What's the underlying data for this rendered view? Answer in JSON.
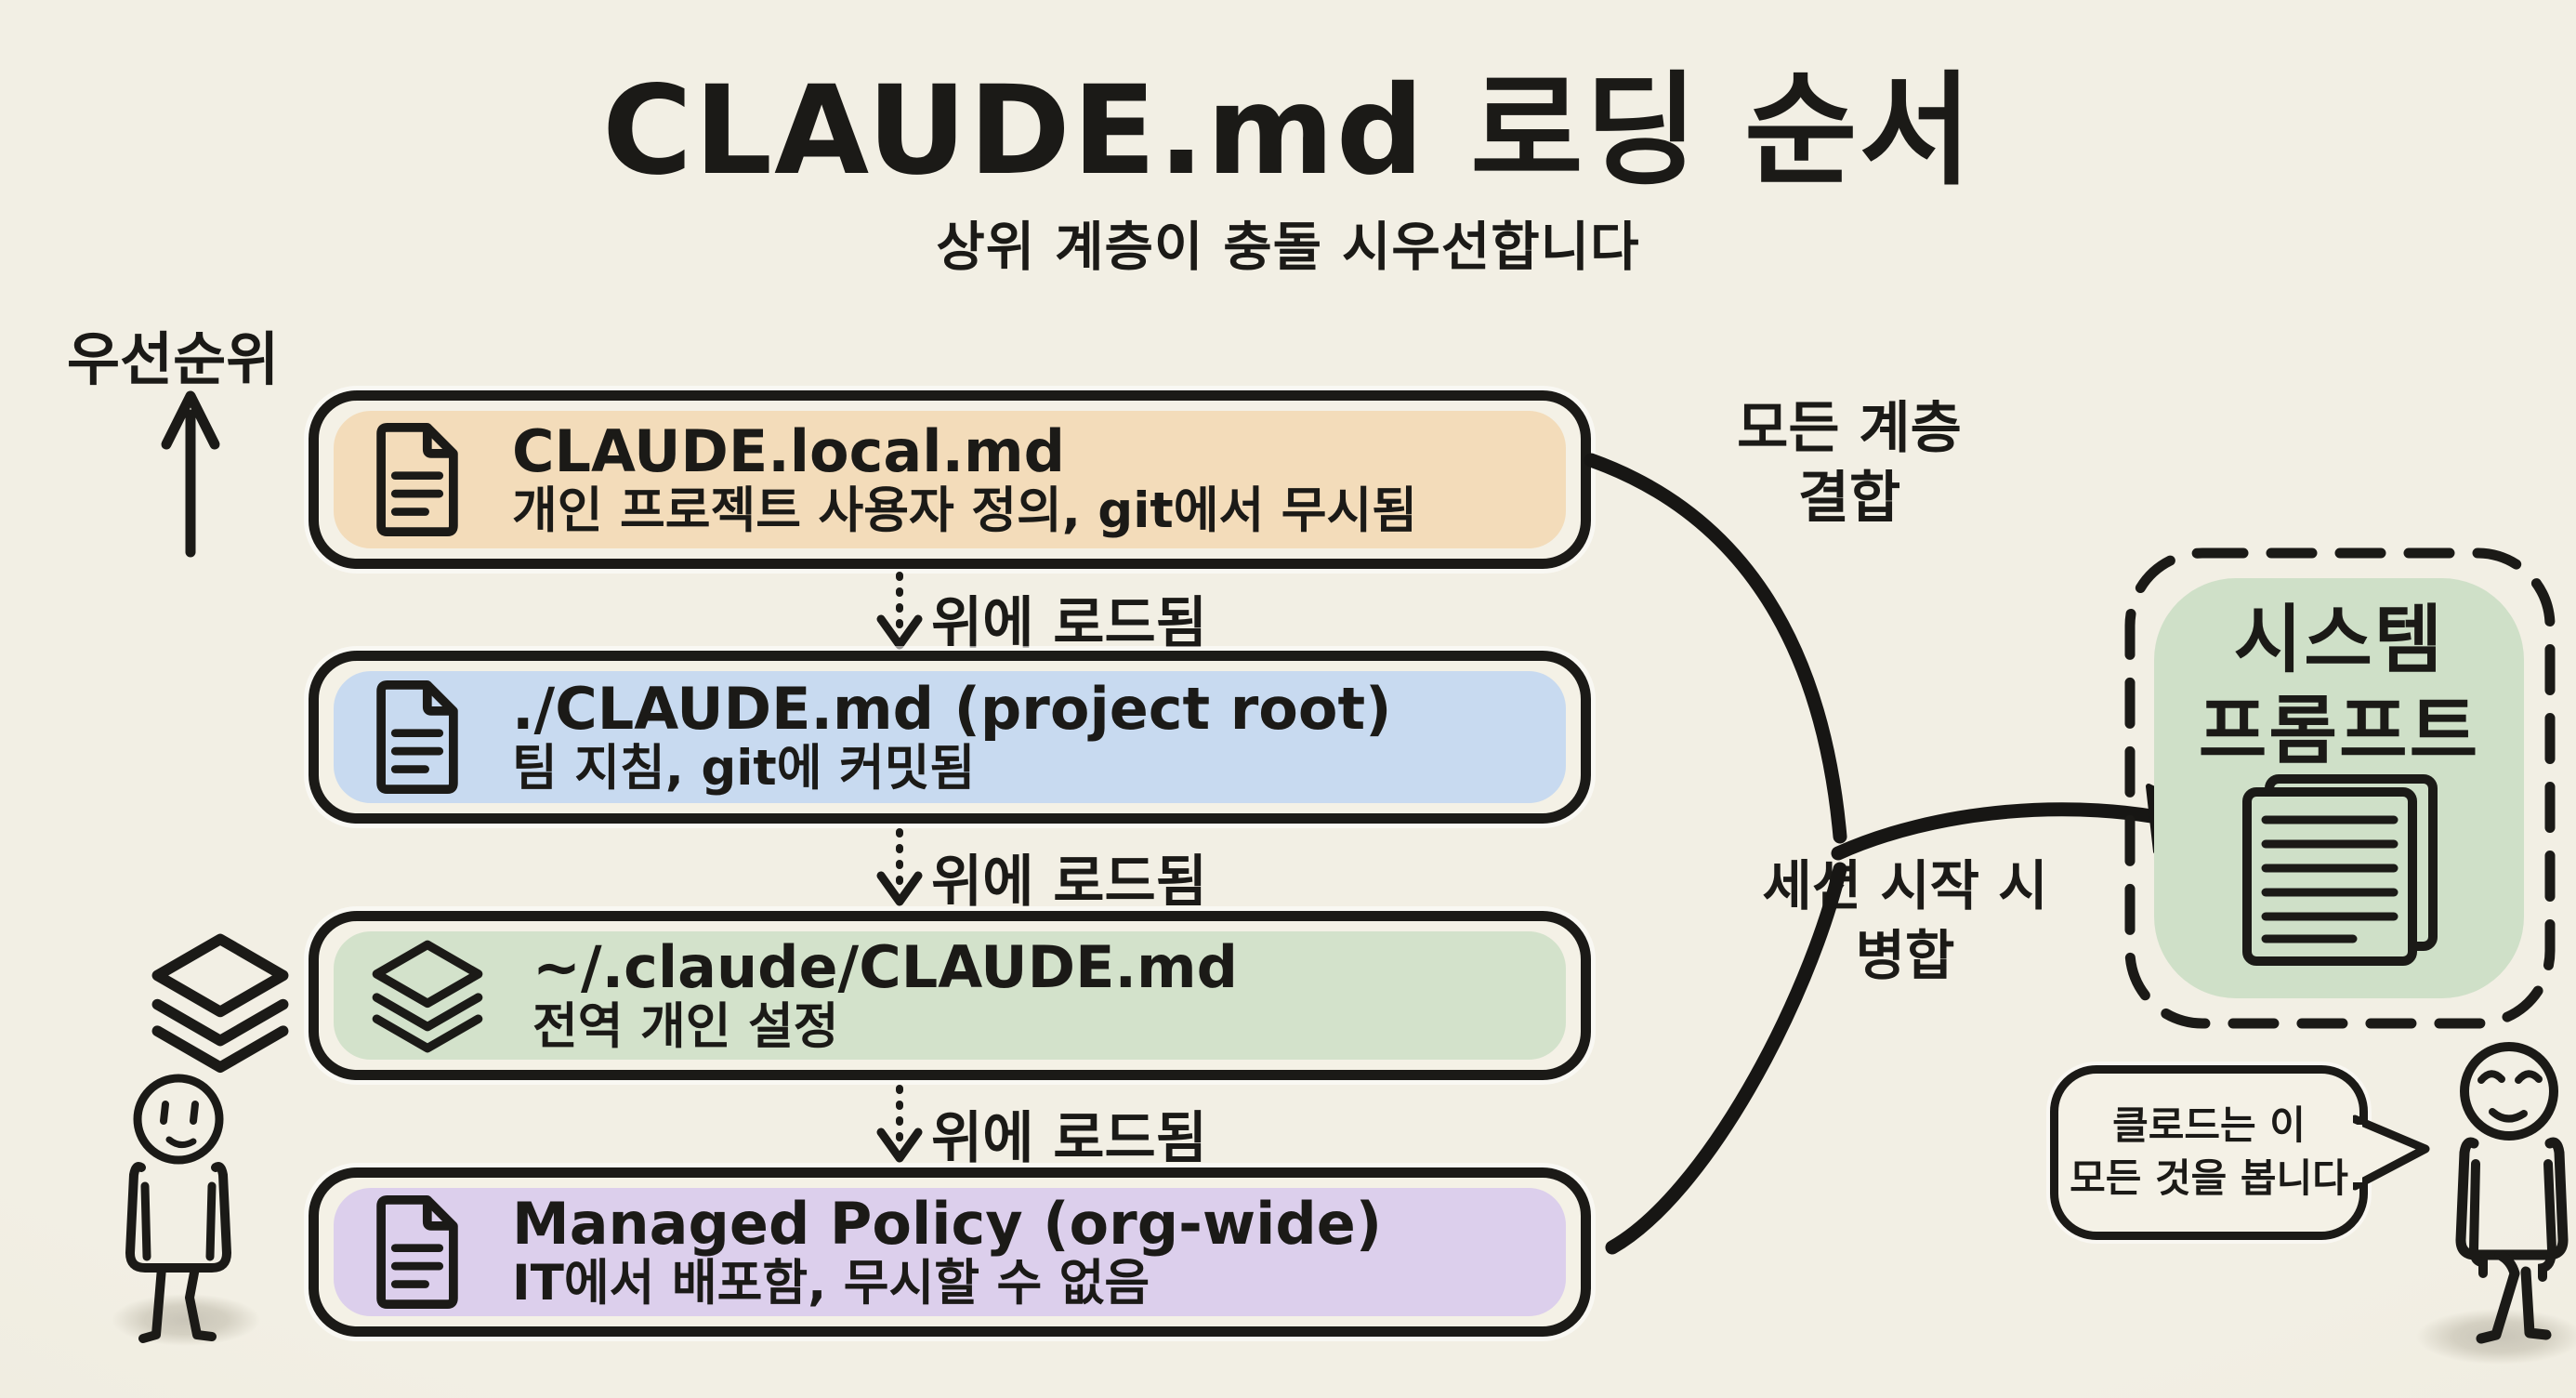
{
  "title": "CLAUDE.md 로딩 순서",
  "subtitle": "상위 계층이 충돌 시우선합니다",
  "priority_label": "우선순위",
  "load_label": "위에 로드됨",
  "layers": [
    {
      "name": "CLAUDE.local.md",
      "desc": "개인 프로젝트 사용자 정의, git에서 무시됨",
      "icon": "document-icon",
      "fill": "#f3dcba"
    },
    {
      "name": "./CLAUDE.md (project root)",
      "desc": "팀 지침, git에 커밋됨",
      "icon": "document-icon",
      "fill": "#c8daf0"
    },
    {
      "name": "~/.claude/CLAUDE.md",
      "desc": "전역 개인 설정",
      "icon": "layers-icon",
      "fill": "#d3e2cb"
    },
    {
      "name": "Managed Policy (org-wide)",
      "desc": "IT에서 배포함, 무시할 수 없음",
      "icon": "document-icon",
      "fill": "#dccfec"
    }
  ],
  "combine": {
    "lines": [
      "모든 계층",
      "결합"
    ]
  },
  "merge": {
    "lines": [
      "세션 시작 시",
      "병합"
    ]
  },
  "system_prompt": {
    "lines": [
      "시스템",
      "프롬프트"
    ],
    "fill": "#cfe0c8"
  },
  "speech": {
    "lines": [
      "클로드는 이",
      "모든 것을 봅니다"
    ]
  },
  "colors": {
    "background": "#f1eee3",
    "ink": "#1b1a17"
  }
}
